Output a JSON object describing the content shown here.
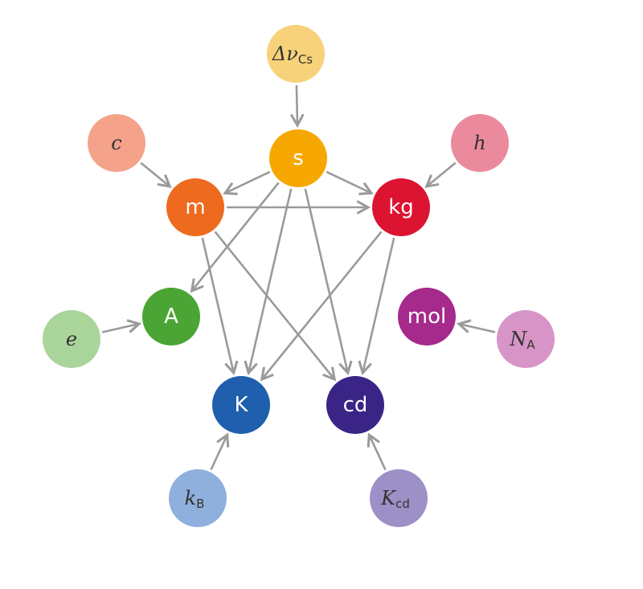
{
  "colors": {
    "arrow": "#9a9a9a",
    "s": "#f6a800",
    "m": "#ee6a1f",
    "kg": "#dc1431",
    "A": "#4aa535",
    "K": "#1f5fad",
    "cd": "#3a2587",
    "mol": "#a52a8c",
    "c": "#f4a38a",
    "h": "#ea8a9c",
    "dnu": "#f7d27a",
    "e": "#a9d49a",
    "kB": "#8fb0dc",
    "Kcd": "#9d90c7",
    "NA": "#d794c6"
  },
  "units": [
    {
      "id": "s",
      "label": "s"
    },
    {
      "id": "m",
      "label": "m"
    },
    {
      "id": "kg",
      "label": "kg"
    },
    {
      "id": "A",
      "label": "A"
    },
    {
      "id": "K",
      "label": "K"
    },
    {
      "id": "cd",
      "label": "cd"
    },
    {
      "id": "mol",
      "label": "mol"
    }
  ],
  "constants": [
    {
      "id": "dnu",
      "main": "Δν",
      "sub": "Cs"
    },
    {
      "id": "c",
      "main": "c",
      "sub": ""
    },
    {
      "id": "h",
      "main": "h",
      "sub": ""
    },
    {
      "id": "e",
      "main": "e",
      "sub": ""
    },
    {
      "id": "kB",
      "main": "k",
      "sub": "B"
    },
    {
      "id": "Kcd",
      "main": "K",
      "sub": "cd"
    },
    {
      "id": "NA",
      "main": "N",
      "sub": "A"
    }
  ],
  "edges": [
    {
      "from": "dnu",
      "to": "s"
    },
    {
      "from": "c",
      "to": "m"
    },
    {
      "from": "h",
      "to": "kg"
    },
    {
      "from": "e",
      "to": "A"
    },
    {
      "from": "kB",
      "to": "K"
    },
    {
      "from": "Kcd",
      "to": "cd"
    },
    {
      "from": "NA",
      "to": "mol"
    },
    {
      "from": "s",
      "to": "m"
    },
    {
      "from": "s",
      "to": "kg"
    },
    {
      "from": "s",
      "to": "A"
    },
    {
      "from": "s",
      "to": "K"
    },
    {
      "from": "s",
      "to": "cd"
    },
    {
      "from": "m",
      "to": "kg"
    },
    {
      "from": "m",
      "to": "K"
    },
    {
      "from": "m",
      "to": "cd"
    },
    {
      "from": "kg",
      "to": "K"
    },
    {
      "from": "kg",
      "to": "cd"
    }
  ]
}
